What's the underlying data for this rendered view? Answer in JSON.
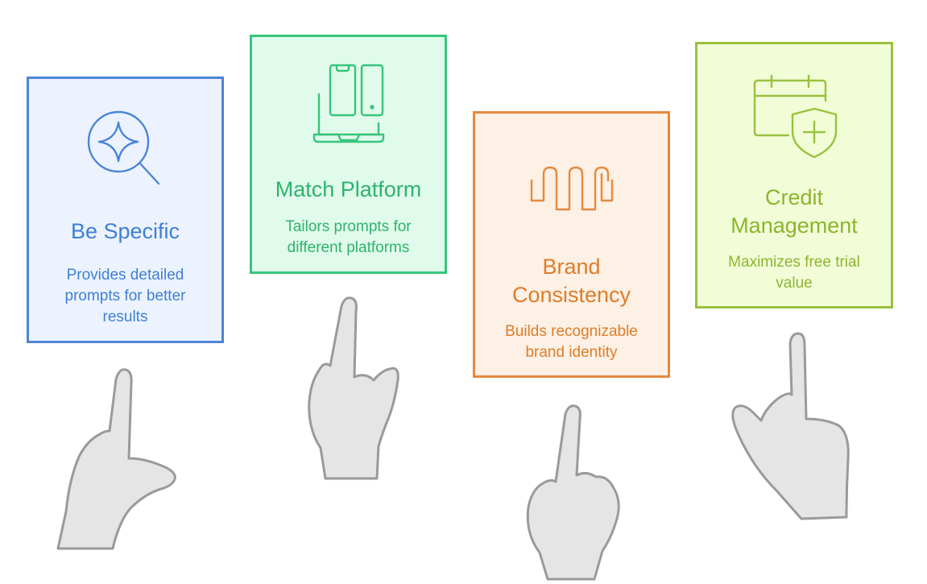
{
  "cards": [
    {
      "title": "Be Specific",
      "description": "Provides detailed\nprompts for better\nresults",
      "icon": "search-sparkle-icon",
      "color": "#4d85d6",
      "background": "#ecf3fe"
    },
    {
      "title": "Match Platform",
      "description": "Tailors prompts for\ndifferent platforms",
      "icon": "devices-icon",
      "color": "#38c47c",
      "background": "#e0fbeb"
    },
    {
      "title": "Brand\nConsistency",
      "description": "Builds recognizable\nbrand identity",
      "icon": "wave-pattern-icon",
      "color": "#e5893f",
      "background": "#fdf0e4"
    },
    {
      "title": "Credit\nManagement",
      "description": "Maximizes free trial\nvalue",
      "icon": "calendar-shield-icon",
      "color": "#99c13d",
      "background": "#f2fdd8"
    }
  ],
  "hand_icon": "pointing-hand-icon",
  "hand_color": "#e5e5e5",
  "hand_outline": "#9a9a9a"
}
